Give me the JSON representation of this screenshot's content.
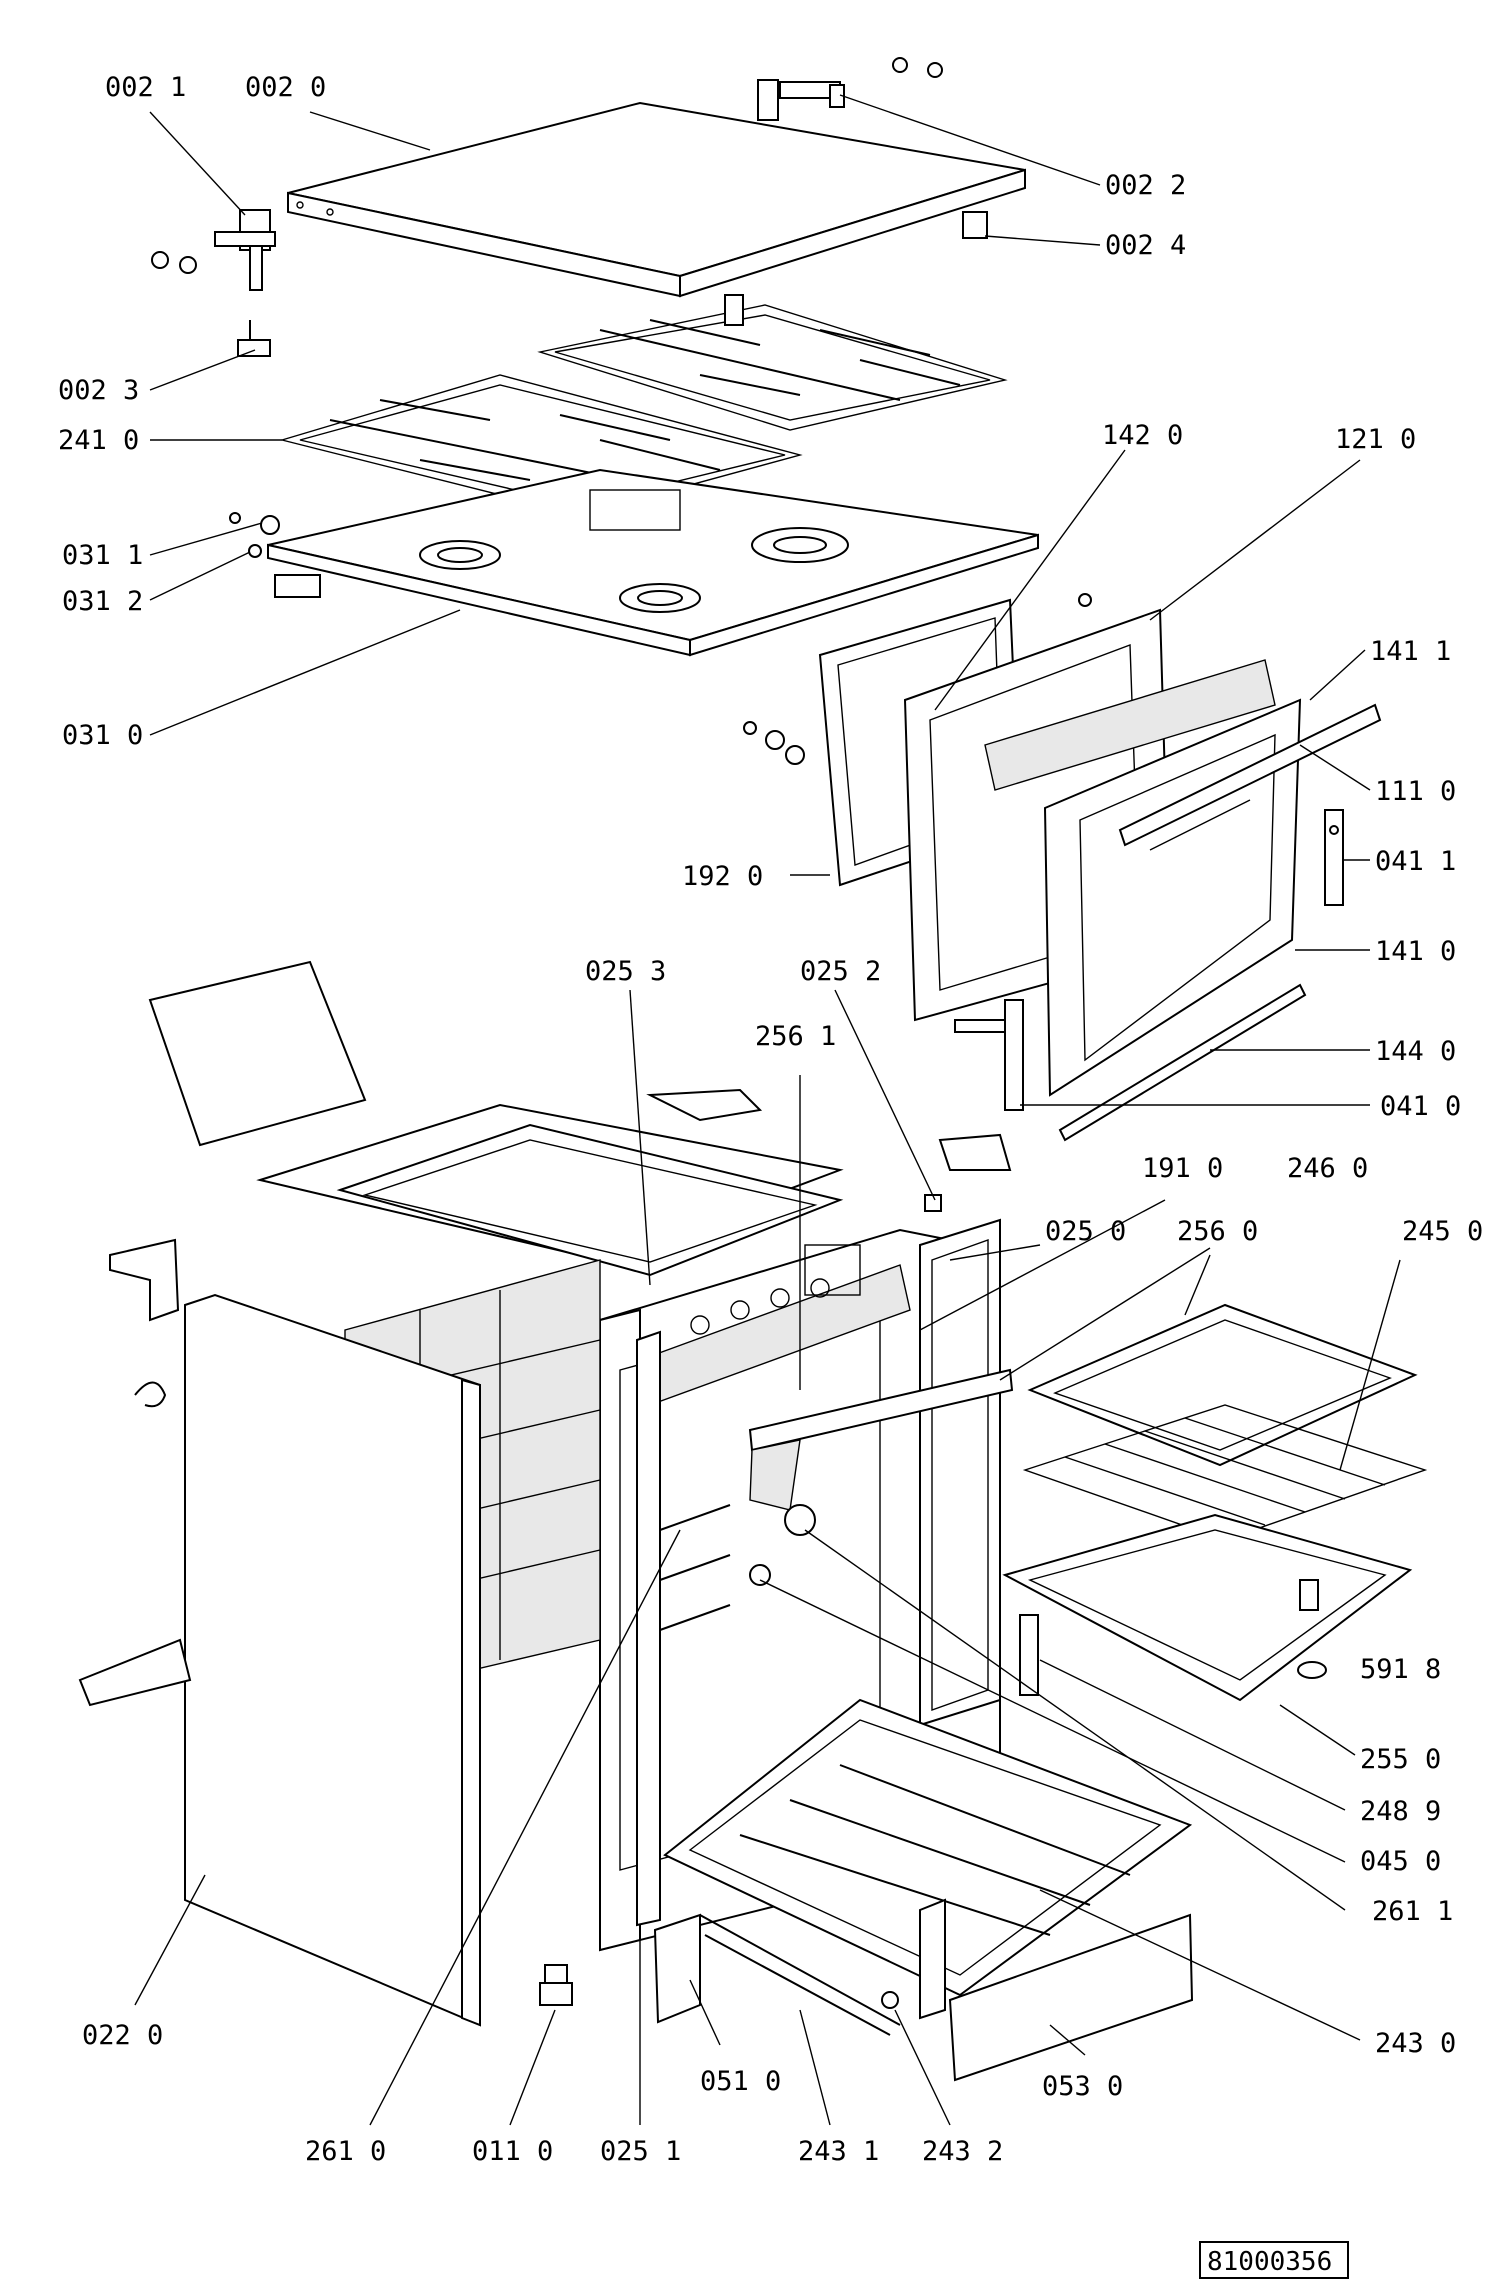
{
  "labels": {
    "l002_1": "002 1",
    "l002_0": "002 0",
    "l002_2": "002 2",
    "l002_4": "002 4",
    "l002_3": "002 3",
    "l241_0": "241 0",
    "l031_1": "031 1",
    "l031_2": "031 2",
    "l031_0": "031 0",
    "l142_0": "142 0",
    "l121_0": "121 0",
    "l141_1": "141 1",
    "l111_0": "111 0",
    "l041_1": "041 1",
    "l192_0": "192 0",
    "l141_0": "141 0",
    "l144_0": "144 0",
    "l041_0": "041 0",
    "l025_3": "025 3",
    "l025_2": "025 2",
    "l256_1": "256 1",
    "l191_0": "191 0",
    "l246_0": "246 0",
    "l025_0": "025 0",
    "l256_0": "256 0",
    "l245_0": "245 0",
    "l591_8": "591 8",
    "l255_0": "255 0",
    "l248_9": "248 9",
    "l045_0": "045 0",
    "l261_1": "261 1",
    "l243_0": "243 0",
    "l022_0": "022 0",
    "l051_0": "051 0",
    "l053_0": "053 0",
    "l261_0": "261 0",
    "l011_0": "011 0",
    "l025_1": "025 1",
    "l243_1": "243 1",
    "l243_2": "243 2"
  },
  "drawing_number": "81000356"
}
